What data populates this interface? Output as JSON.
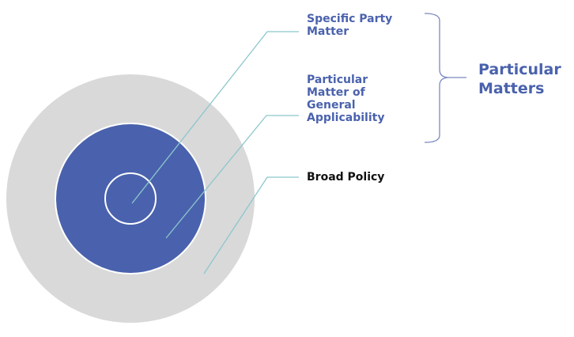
{
  "labels": {
    "specific_party": [
      "Specific Party",
      "Matter"
    ],
    "general_applicability": [
      "Particular",
      "Matter of",
      "General",
      "Applicability"
    ],
    "broad_policy": "Broad Policy",
    "group": [
      "Particular",
      "Matters"
    ]
  },
  "colors": {
    "outer": "#d9d9d9",
    "middle": "#4a62ad",
    "leader": "#8cc7cc",
    "text_blue": "#4a62ad",
    "text_black": "#111111"
  }
}
